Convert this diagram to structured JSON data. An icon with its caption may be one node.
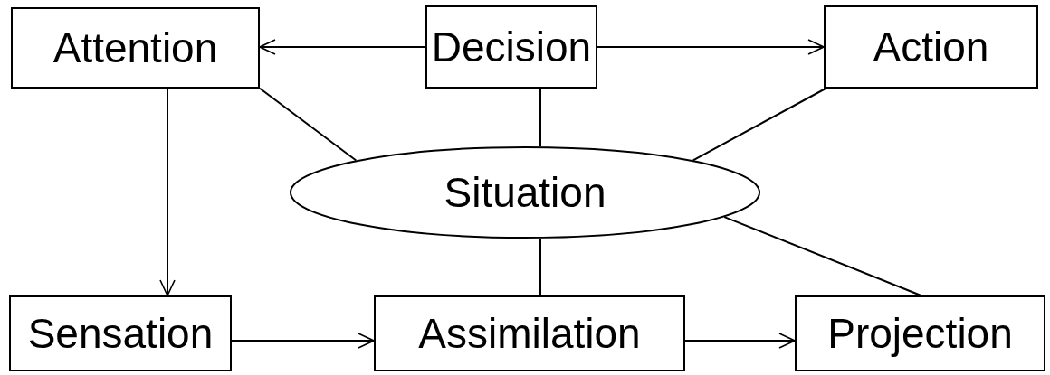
{
  "diagram": {
    "nodes": [
      {
        "text": [
          "Attention"
        ]
      },
      {
        "text": [
          "Decision"
        ]
      },
      {
        "text": [
          "Action"
        ]
      },
      {
        "text": [
          "Situation"
        ]
      },
      {
        "text": [
          "Sensation"
        ]
      },
      {
        "text": [
          "Assimilation"
        ]
      },
      {
        "text": [
          "Projection"
        ]
      }
    ],
    "edges": [
      {
        "from": 1,
        "to": 0,
        "arrow": "to"
      },
      {
        "from": 1,
        "to": 2,
        "arrow": "to"
      },
      {
        "from": 0,
        "to": 3,
        "arrow": "none"
      },
      {
        "from": 1,
        "to": 3,
        "arrow": "none"
      },
      {
        "from": 2,
        "to": 3,
        "arrow": "none"
      },
      {
        "from": 0,
        "to": 4,
        "arrow": "to"
      },
      {
        "from": 3,
        "to": 5,
        "arrow": "none"
      },
      {
        "from": 3,
        "to": 6,
        "arrow": "none"
      },
      {
        "from": 4,
        "to": 5,
        "arrow": "to"
      },
      {
        "from": 5,
        "to": 6,
        "arrow": "to"
      }
    ]
  }
}
